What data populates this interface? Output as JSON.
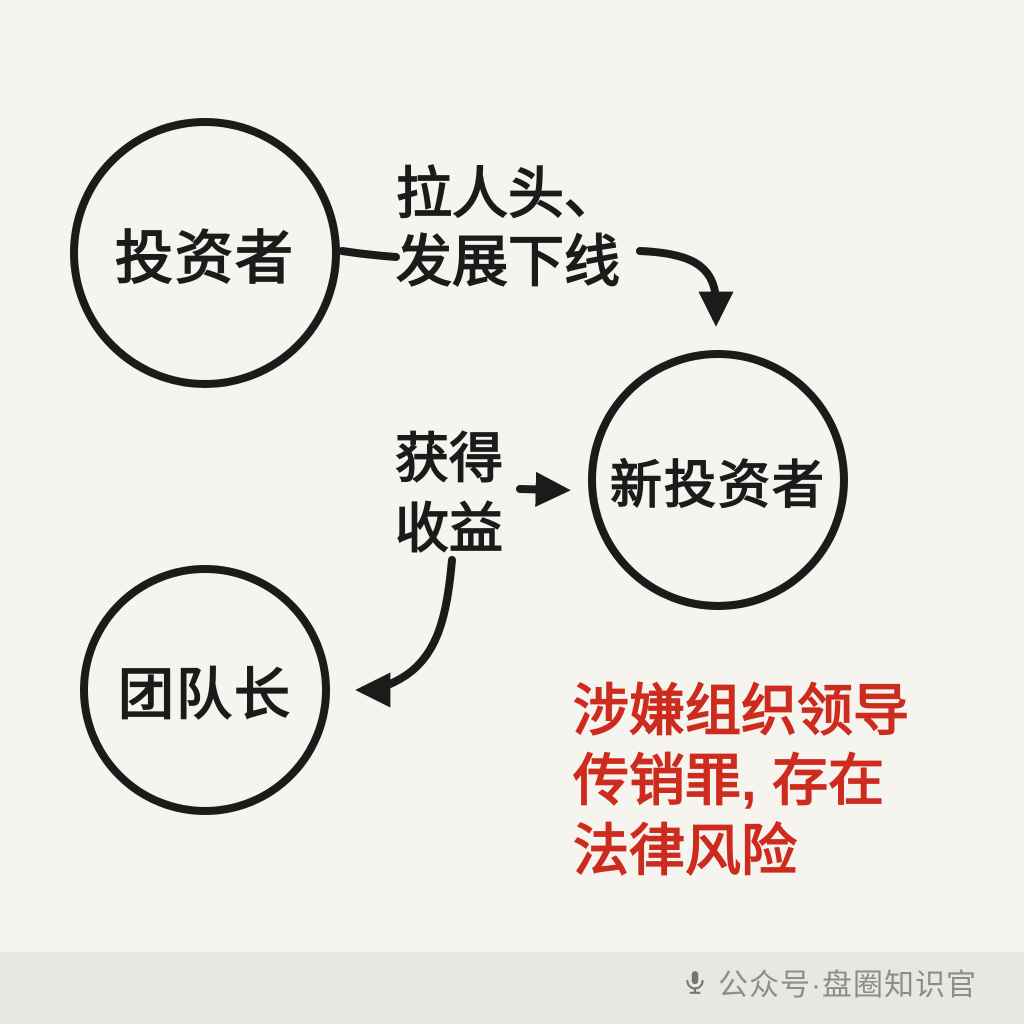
{
  "colors": {
    "background": "#f6f4ef",
    "ink": "#1b1b1b",
    "warning_red": "#cd2b1d",
    "footer_background": "#e9e7e1",
    "footer_text": "#8e8d8a"
  },
  "diagram": {
    "nodes": [
      {
        "id": "investor",
        "label": "投资者"
      },
      {
        "id": "new-investor",
        "label": "新投资者"
      },
      {
        "id": "team-leader",
        "label": "团队长"
      }
    ],
    "edges": [
      {
        "id": "recruit",
        "from": "investor",
        "to": "new-investor",
        "label_lines": [
          "拉人头、",
          "发展下线"
        ]
      },
      {
        "id": "profit",
        "to": [
          "new-investor",
          "team-leader"
        ],
        "label_lines": [
          "获得",
          "收益"
        ]
      }
    ],
    "warning": {
      "lines": [
        "涉嫌组织领导",
        "传销罪, 存在",
        "法律风险"
      ]
    }
  },
  "footer": {
    "watermark_text": "公众号·盘圈知识官",
    "icon": "microphone-icon"
  }
}
